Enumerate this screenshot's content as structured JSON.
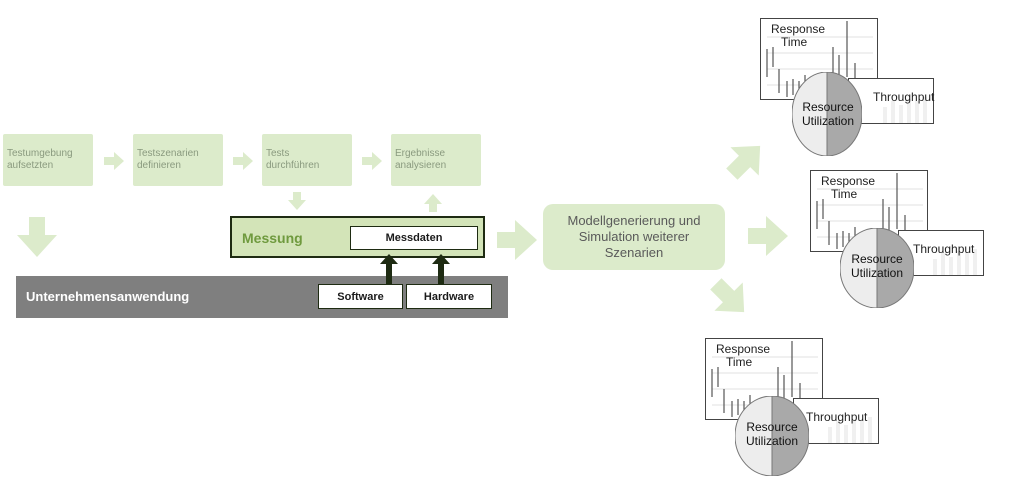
{
  "process_steps": [
    {
      "line1": "Testumgebung",
      "line2": "aufsetzten"
    },
    {
      "line1": "Testszenarien",
      "line2": "definieren"
    },
    {
      "line1": "Tests",
      "line2": "durchführen"
    },
    {
      "line1": "Ergebnisse",
      "line2": "analysieren"
    }
  ],
  "measurement": {
    "label": "Messung",
    "data_label": "Messdaten"
  },
  "enterprise": {
    "label": "Unternehmensanwendung",
    "software": "Software",
    "hardware": "Hardware"
  },
  "model": {
    "line1": "Modellgenerierung und",
    "line2": "Simulation weiterer",
    "line3": "Szenarien"
  },
  "result_charts": {
    "response_line1": "Response",
    "response_line2": "Time",
    "throughput": "Throughput",
    "resource_line1": "Resource",
    "resource_line2": "Utilization"
  },
  "colors": {
    "light_green": "#dcebcb",
    "messung_fill": "#d3e4b8",
    "messung_text": "#6f9a3e",
    "dark_outline": "#1e2b12",
    "enterprise_gray": "#7f7f7f"
  }
}
